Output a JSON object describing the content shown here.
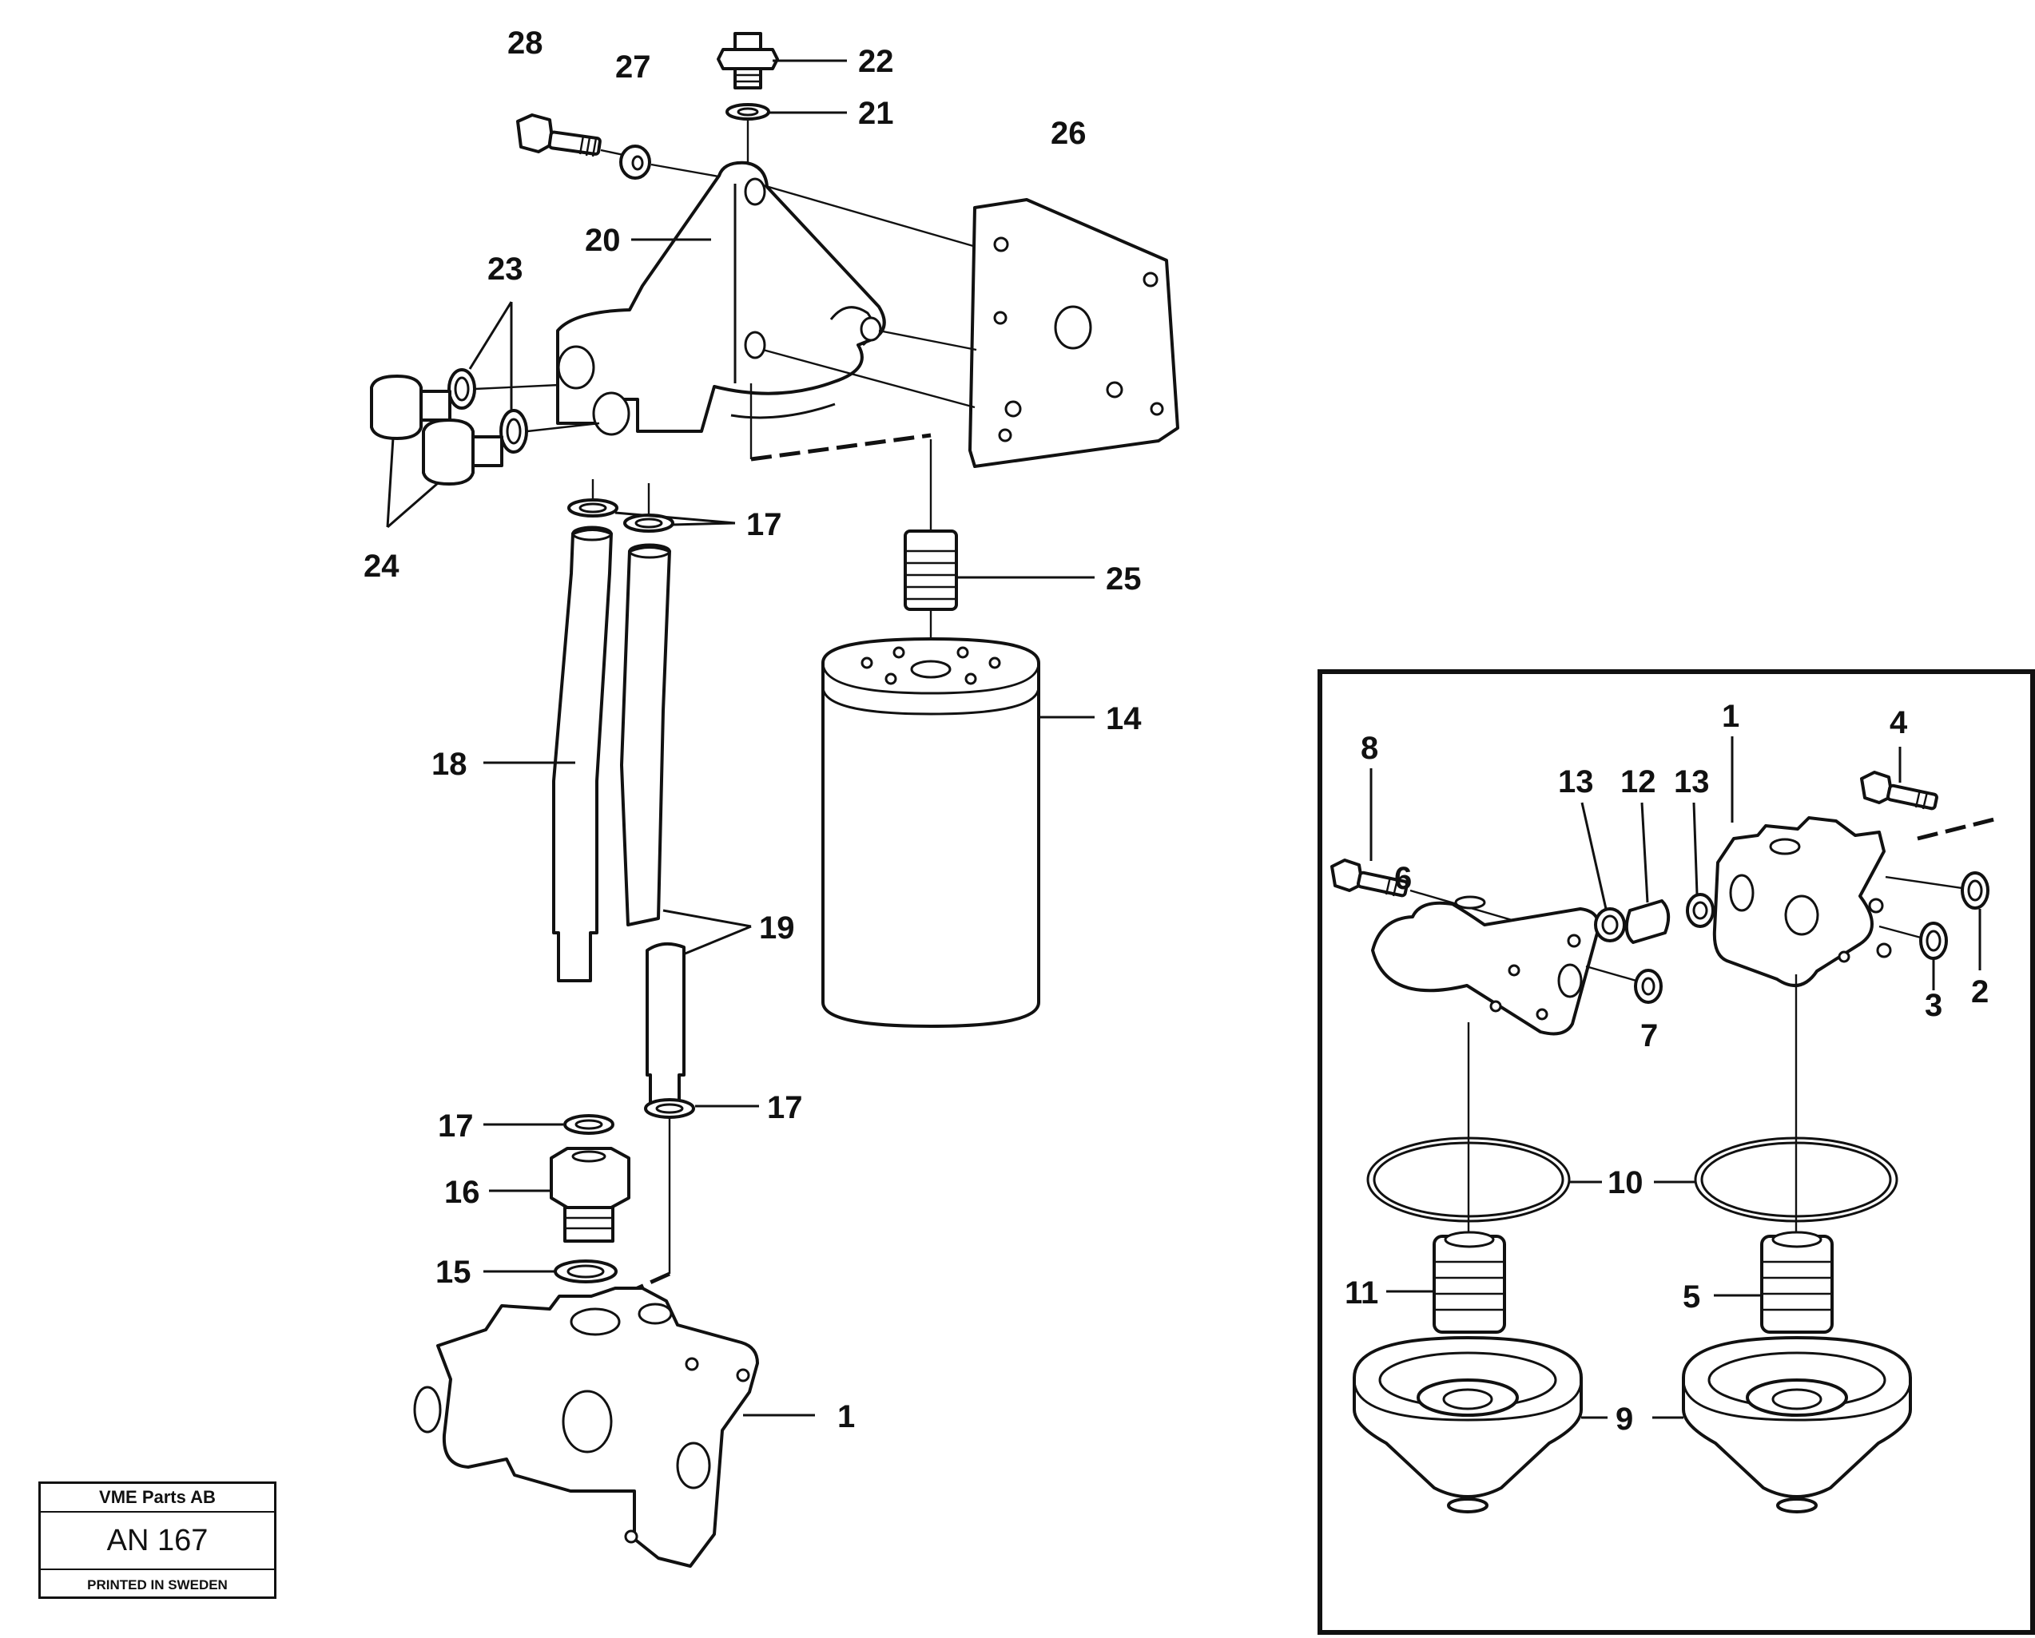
{
  "callouts": {
    "c1": "1",
    "c2": "2",
    "c3": "3",
    "c4": "4",
    "c5": "5",
    "c6": "6",
    "c7": "7",
    "c8": "8",
    "c9": "9",
    "c10": "10",
    "c11": "11",
    "c12": "12",
    "c13": "13",
    "c14": "14",
    "c15": "15",
    "c16": "16",
    "c17": "17",
    "c18": "18",
    "c19": "19",
    "c20": "20",
    "c21": "21",
    "c22": "22",
    "c23": "23",
    "c24": "24",
    "c25": "25",
    "c26": "26",
    "c27": "27",
    "c28": "28"
  },
  "title_block": {
    "company": "VME Parts AB",
    "drawing_number": "AN 167",
    "printed": "PRINTED IN SWEDEN"
  }
}
